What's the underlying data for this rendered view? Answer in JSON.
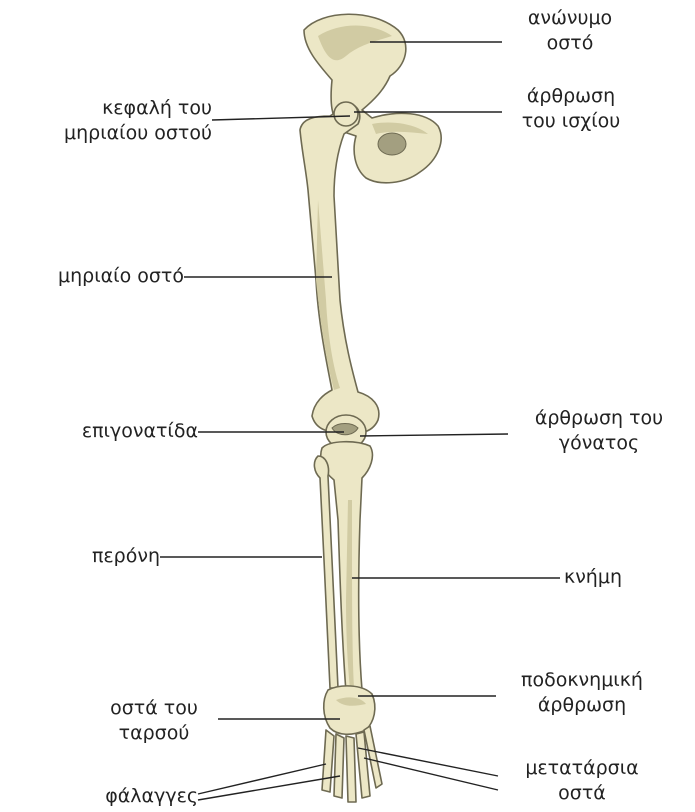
{
  "labels": {
    "anonymous_bone": [
      "ανώνυμο",
      "οστό"
    ],
    "femoral_head": [
      "κεφαλή του",
      "μηριαίου οστού"
    ],
    "hip_joint": [
      "άρθρωση",
      "του ισχίου"
    ],
    "femur": [
      "μηριαίο οστό"
    ],
    "patella": [
      "επιγονατίδα"
    ],
    "knee_joint": [
      "άρθρωση του",
      "γόνατος"
    ],
    "fibula": [
      "περόνη"
    ],
    "tibia": [
      "κνήμη"
    ],
    "ankle_joint": [
      "ποδοκνημική",
      "άρθρωση"
    ],
    "tarsals": [
      "οστά του",
      "ταρσού"
    ],
    "metatarsals": [
      "μετατάρσια",
      "οστά"
    ],
    "phalanges": [
      "φάλαγγες"
    ]
  },
  "colors": {
    "bone": "#ece7c6",
    "bone_outline": "#6e6a52",
    "leader_line": "#222222",
    "text": "#222222"
  }
}
